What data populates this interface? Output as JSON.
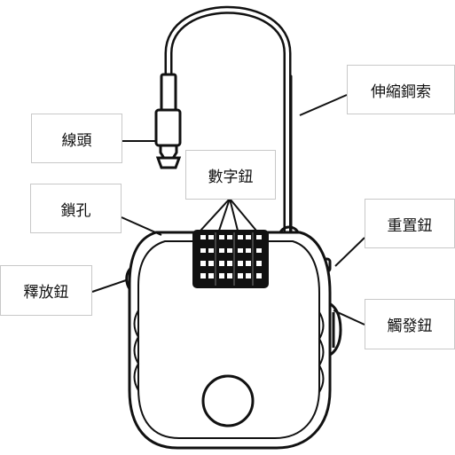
{
  "labels": {
    "cable_end": "線頭",
    "digit_wheels": "數字鈕",
    "flexible_cable": "伸縮鋼索",
    "keyhole": "鎖孔",
    "reset_button": "重置鈕",
    "release_button": "釋放鈕",
    "trigger_button": "觸發鈕"
  },
  "digit_wheel_count": 4,
  "colors": {
    "ink": "#111111",
    "box_border": "#c8c8c8",
    "background": "#ffffff"
  }
}
